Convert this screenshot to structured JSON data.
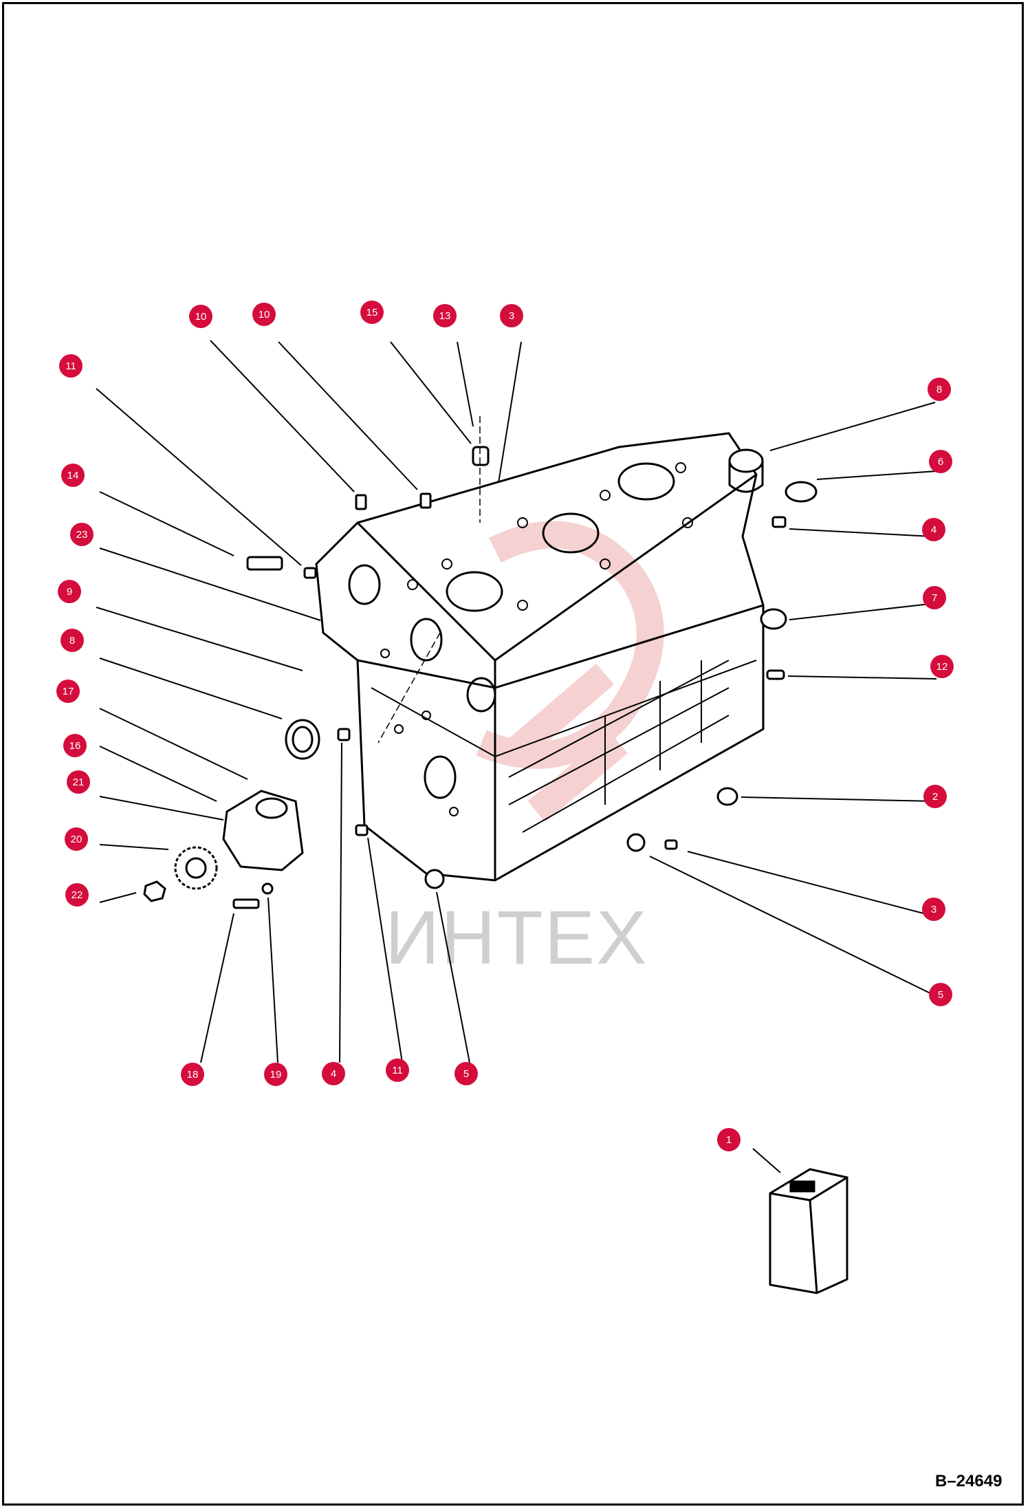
{
  "drawing_code": "B–24649",
  "watermark": "ИНТЕХ",
  "callouts": [
    {
      "num": "10"
    },
    {
      "num": "10"
    },
    {
      "num": "15"
    },
    {
      "num": "13"
    },
    {
      "num": "3"
    },
    {
      "num": "11"
    },
    {
      "num": "8"
    },
    {
      "num": "6"
    },
    {
      "num": "14"
    },
    {
      "num": "4"
    },
    {
      "num": "23"
    },
    {
      "num": "7"
    },
    {
      "num": "9"
    },
    {
      "num": "12"
    },
    {
      "num": "8"
    },
    {
      "num": "17"
    },
    {
      "num": "16"
    },
    {
      "num": "2"
    },
    {
      "num": "21"
    },
    {
      "num": "20"
    },
    {
      "num": "3"
    },
    {
      "num": "22"
    },
    {
      "num": "5"
    },
    {
      "num": "18"
    },
    {
      "num": "19"
    },
    {
      "num": "4"
    },
    {
      "num": "11"
    },
    {
      "num": "5"
    },
    {
      "num": "1"
    }
  ]
}
